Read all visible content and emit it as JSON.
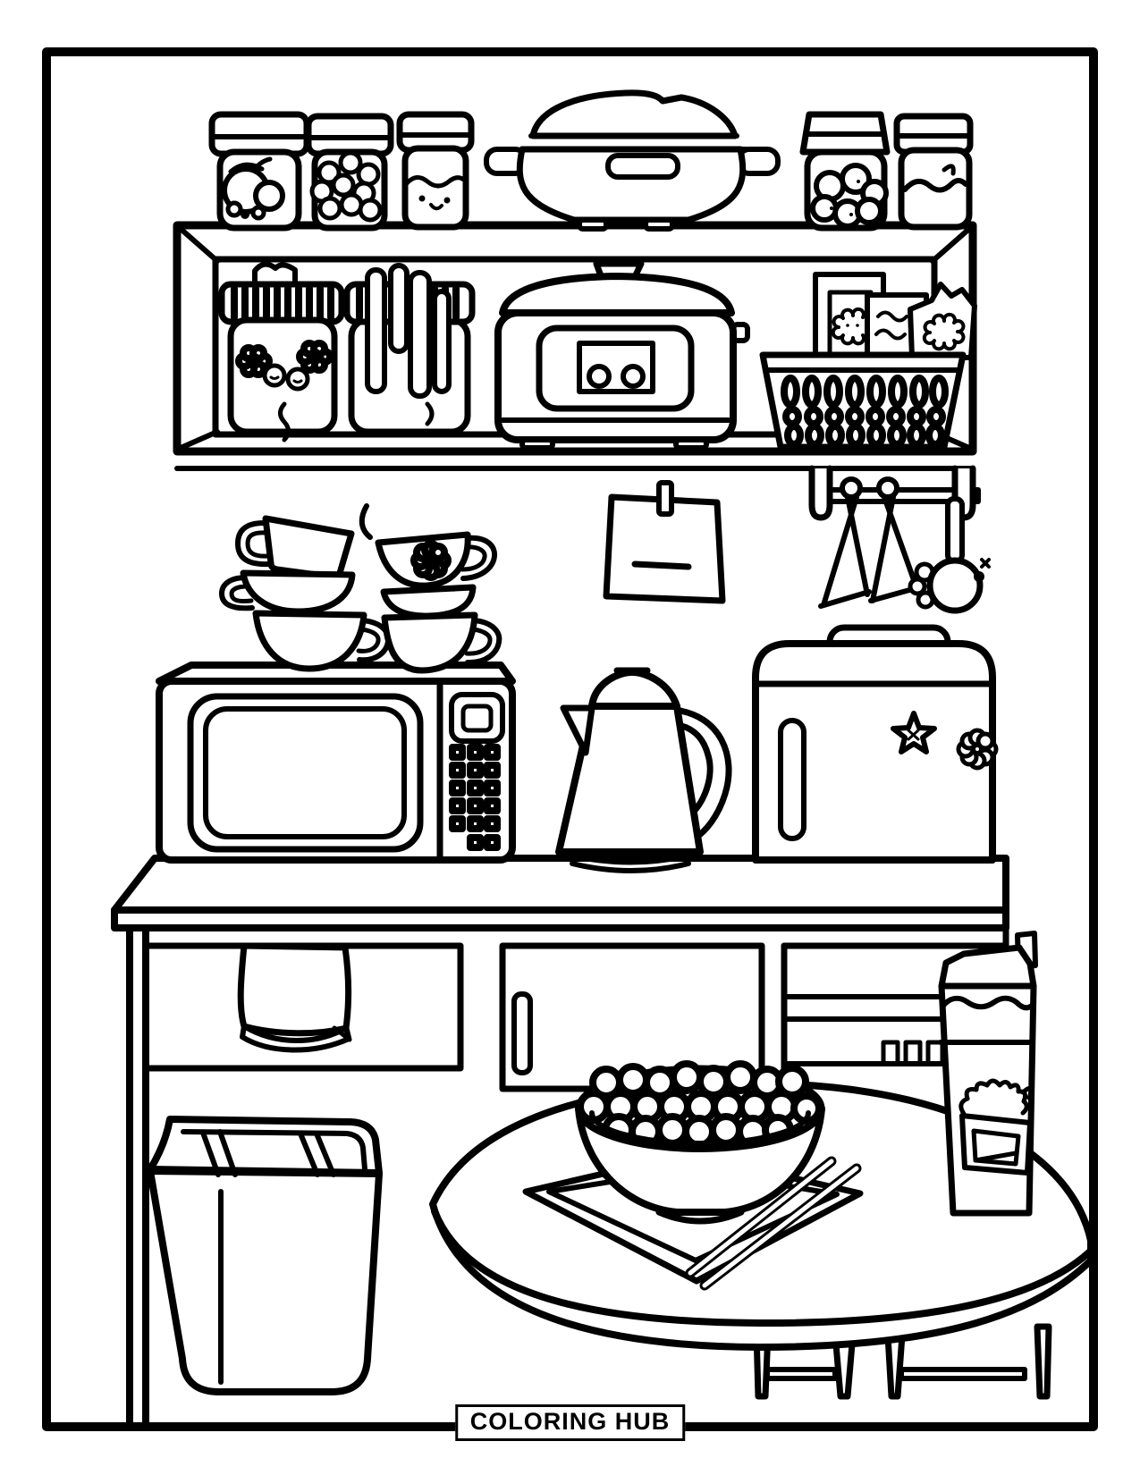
{
  "page": {
    "kind": "coloring page",
    "background": "#ffffff",
    "line_color": "#000000"
  },
  "footer": {
    "label": "COLORING HUB"
  },
  "scene": {
    "objects": [
      "jar-of-cherries",
      "jar-of-candies",
      "jar-with-face",
      "casserole-pot",
      "jar-of-cookies",
      "jar-of-jam",
      "wall-shelf",
      "jar-with-flower-garland",
      "jar-with-utensils",
      "rice-cooker",
      "snack-basket",
      "snack-packets",
      "utensil-rail",
      "hanging-turners",
      "hanging-spoon",
      "pinned-note",
      "stacked-cups-left",
      "stacked-cups-right",
      "steam-line",
      "microwave",
      "kettle",
      "cooler-box-with-stickers",
      "counter-with-cabinets",
      "hanging-towel",
      "trash-can",
      "round-table",
      "serving-tray",
      "bowl-of-cereal",
      "chopsticks",
      "milk-carton-drink"
    ]
  }
}
